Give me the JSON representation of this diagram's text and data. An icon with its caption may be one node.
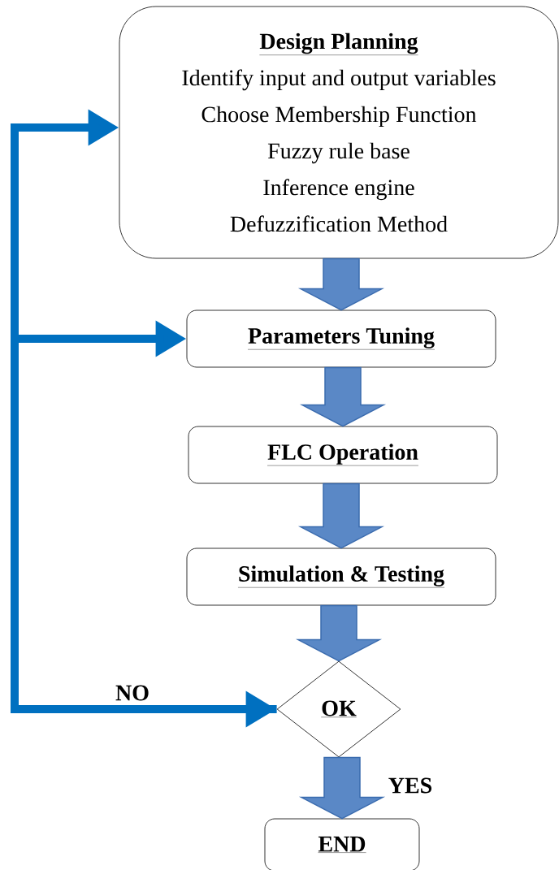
{
  "diagram": {
    "nodes": [
      {
        "text": [
          "Design Planning",
          "Identify input and output variables",
          "Choose Membership Function",
          "Fuzzy rule base",
          "Inference engine",
          "Defuzzification Method"
        ]
      },
      {
        "text": [
          "Parameters Tuning"
        ]
      },
      {
        "text": [
          "FLC Operation"
        ]
      },
      {
        "text": [
          "Simulation & Testing"
        ]
      },
      {
        "text": [
          "OK"
        ]
      },
      {
        "text": [
          "END"
        ]
      }
    ],
    "edges": [
      {
        "from": 0,
        "to": 1,
        "arrow": "to"
      },
      {
        "from": 1,
        "to": 2,
        "arrow": "to"
      },
      {
        "from": 2,
        "to": 3,
        "arrow": "to"
      },
      {
        "from": 3,
        "to": 4,
        "arrow": "to"
      },
      {
        "from": 4,
        "to": 5,
        "arrow": "to",
        "label": "YES"
      },
      {
        "from": 4,
        "to": 0,
        "arrow": "both",
        "color": "#0070c0",
        "label": "NO"
      },
      {
        "from": 4,
        "to": 1,
        "arrow": "to",
        "color": "#0070c0"
      }
    ]
  }
}
